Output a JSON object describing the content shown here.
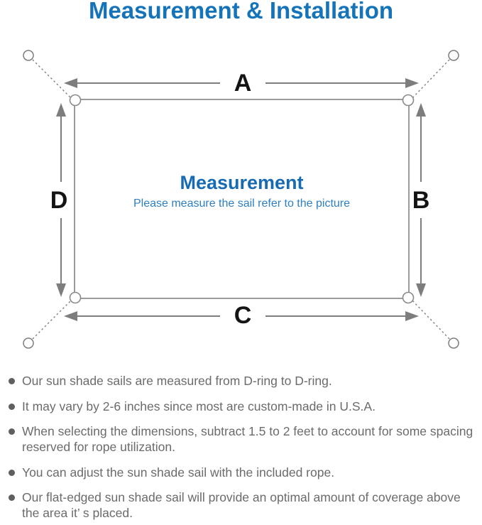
{
  "title": "Measurement & Installation",
  "diagram": {
    "labels": {
      "top": "A",
      "right": "B",
      "bottom": "C",
      "left": "D"
    },
    "center_title": "Measurement",
    "center_subtitle": "Please measure the sail refer to the picture"
  },
  "notes": {
    "items": [
      "Our sun shade sails are measured from D-ring to D-ring.",
      "It may vary by 2-6 inches since most are custom-made in U.S.A.",
      "When selecting the dimensions, subtract 1.5 to 2 feet to account for some spacing reserved for rope utilization.",
      "You can adjust the sun shade sail with the included rope.",
      "Our flat-edged sun shade sail will provide an optimal amount of coverage above the area it’ s placed."
    ]
  },
  "colors": {
    "title_blue": "#1473b9",
    "center_blue": "#176bb3",
    "subtitle_blue": "#2e7fc1",
    "line_gray": "#7d7d7d",
    "border_gray": "#9b9b9b",
    "text_gray": "#6b6b6b",
    "label_black": "#141414"
  }
}
